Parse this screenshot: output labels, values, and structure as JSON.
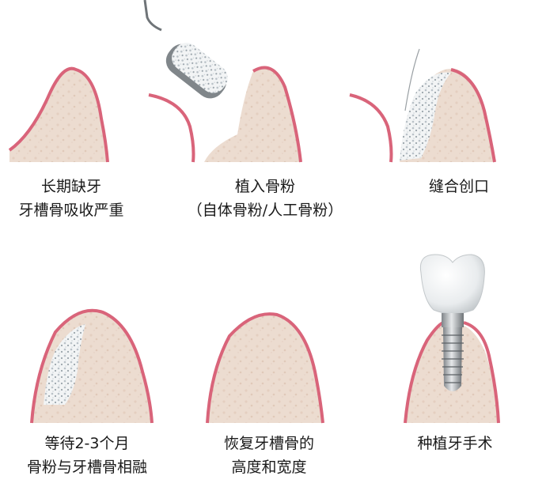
{
  "steps": [
    {
      "line1": "长期缺牙",
      "line2": "牙槽骨吸收严重"
    },
    {
      "line1": "植入骨粉",
      "line2": "（自体骨粉/人工骨粉）"
    },
    {
      "line1": "缝合创口",
      "line2": ""
    },
    {
      "line1": "等待2-3个月",
      "line2": "骨粉与牙槽骨相融"
    },
    {
      "line1": "恢复牙槽骨的",
      "line2": "高度和宽度"
    },
    {
      "line1": "种植牙手术",
      "line2": ""
    }
  ],
  "colors": {
    "bone": "#ecdcd0",
    "gum": "#d9647a",
    "graft": "#f2f4f5",
    "graft_speck": "#b9c1c7",
    "crown": "#f4f5f6",
    "metal": "#b9bcbf"
  }
}
